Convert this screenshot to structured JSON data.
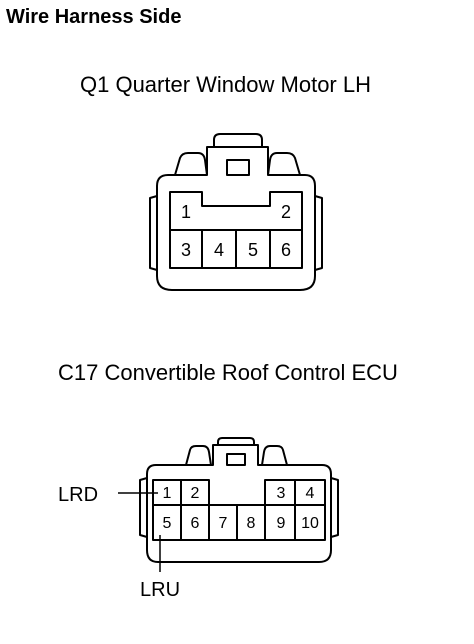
{
  "heading": "Wire Harness Side",
  "connector_q1": {
    "title": "Q1 Quarter Window Motor LH",
    "pins": [
      "1",
      "2",
      "3",
      "4",
      "5",
      "6"
    ]
  },
  "connector_c17": {
    "title": "C17 Convertible Roof Control ECU",
    "pins": [
      "1",
      "2",
      "3",
      "4",
      "5",
      "6",
      "7",
      "8",
      "9",
      "10"
    ],
    "wire_labels": {
      "lrd": "LRD",
      "lru": "LRU"
    }
  }
}
